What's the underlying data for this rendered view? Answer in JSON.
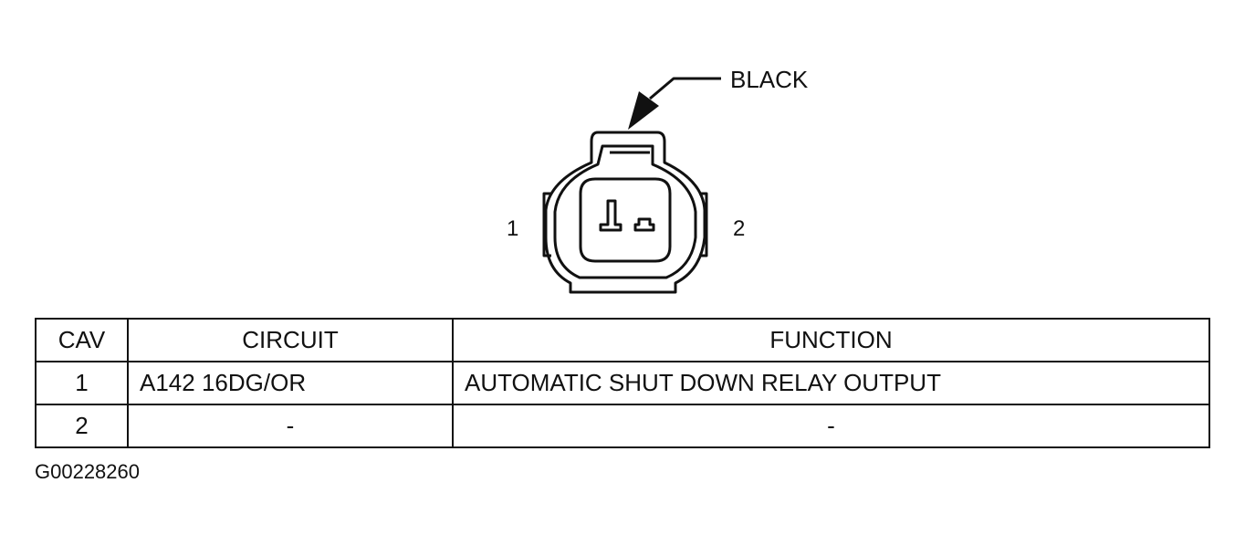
{
  "connector": {
    "color_label": "BLACK",
    "pin_left_label": "1",
    "pin_right_label": "2"
  },
  "table": {
    "headers": {
      "cav": "CAV",
      "circuit": "CIRCUIT",
      "function": "FUNCTION"
    },
    "rows": [
      {
        "cav": "1",
        "circuit": "A142 16DG/OR",
        "function": "AUTOMATIC SHUT DOWN RELAY OUTPUT"
      },
      {
        "cav": "2",
        "circuit": "-",
        "function": "-"
      }
    ]
  },
  "figure_id": "G00228260"
}
